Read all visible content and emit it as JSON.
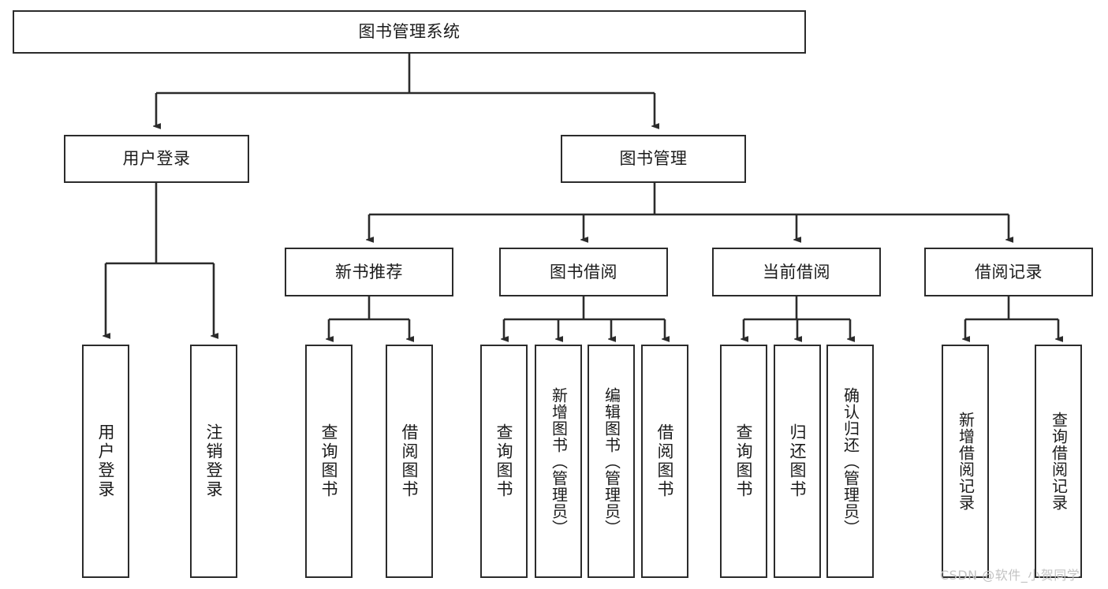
{
  "diagram": {
    "type": "tree",
    "title": "图书管理系统",
    "style": {
      "box_border_color": "#2b2b2b",
      "box_fill_color": "#ffffff",
      "line_color": "#2b2b2b",
      "text_color": "#1b1b1b",
      "background": "#ffffff"
    },
    "levels": {
      "root": {
        "label": "图书管理系统",
        "orientation": "horizontal"
      },
      "level1": [
        {
          "id": "user-login",
          "label": "用户登录",
          "orientation": "horizontal"
        },
        {
          "id": "book-management",
          "label": "图书管理",
          "orientation": "horizontal"
        }
      ],
      "level2": [
        {
          "id": "new-book-recommend",
          "label": "新书推荐",
          "orientation": "horizontal",
          "parent": "book-management"
        },
        {
          "id": "book-borrow",
          "label": "图书借阅",
          "orientation": "horizontal",
          "parent": "book-management"
        },
        {
          "id": "current-borrow",
          "label": "当前借阅",
          "orientation": "horizontal",
          "parent": "book-management"
        },
        {
          "id": "borrow-record",
          "label": "借阅记录",
          "orientation": "horizontal",
          "parent": "book-management"
        }
      ],
      "leaves": [
        {
          "id": "leaf-user-login",
          "label": "用户登录",
          "orientation": "vertical",
          "parent": "user-login"
        },
        {
          "id": "leaf-logout",
          "label": "注销登录",
          "orientation": "vertical",
          "parent": "user-login"
        },
        {
          "id": "leaf-query-book-1",
          "label": "查询图书",
          "orientation": "vertical",
          "parent": "new-book-recommend"
        },
        {
          "id": "leaf-borrow-book-1",
          "label": "借阅图书",
          "orientation": "vertical",
          "parent": "new-book-recommend"
        },
        {
          "id": "leaf-query-book-2",
          "label": "查询图书",
          "orientation": "vertical",
          "parent": "book-borrow"
        },
        {
          "id": "leaf-add-book",
          "label": "新增图书（管理员）",
          "orientation": "vertical",
          "parent": "book-borrow"
        },
        {
          "id": "leaf-edit-book",
          "label": "编辑图书（管理员）",
          "orientation": "vertical",
          "parent": "book-borrow"
        },
        {
          "id": "leaf-borrow-book-2",
          "label": "借阅图书",
          "orientation": "vertical",
          "parent": "book-borrow"
        },
        {
          "id": "leaf-query-book-3",
          "label": "查询图书",
          "orientation": "vertical",
          "parent": "current-borrow"
        },
        {
          "id": "leaf-return-book",
          "label": "归还图书",
          "orientation": "vertical",
          "parent": "current-borrow"
        },
        {
          "id": "leaf-confirm-return",
          "label": "确认归还（管理员）",
          "orientation": "vertical",
          "parent": "current-borrow"
        },
        {
          "id": "leaf-add-record",
          "label": "新增借阅记录",
          "orientation": "vertical",
          "parent": "borrow-record"
        },
        {
          "id": "leaf-query-record",
          "label": "查询借阅记录",
          "orientation": "vertical",
          "parent": "borrow-record"
        }
      ]
    }
  },
  "watermark": {
    "text": "CSDN @软件_小贺同学"
  }
}
